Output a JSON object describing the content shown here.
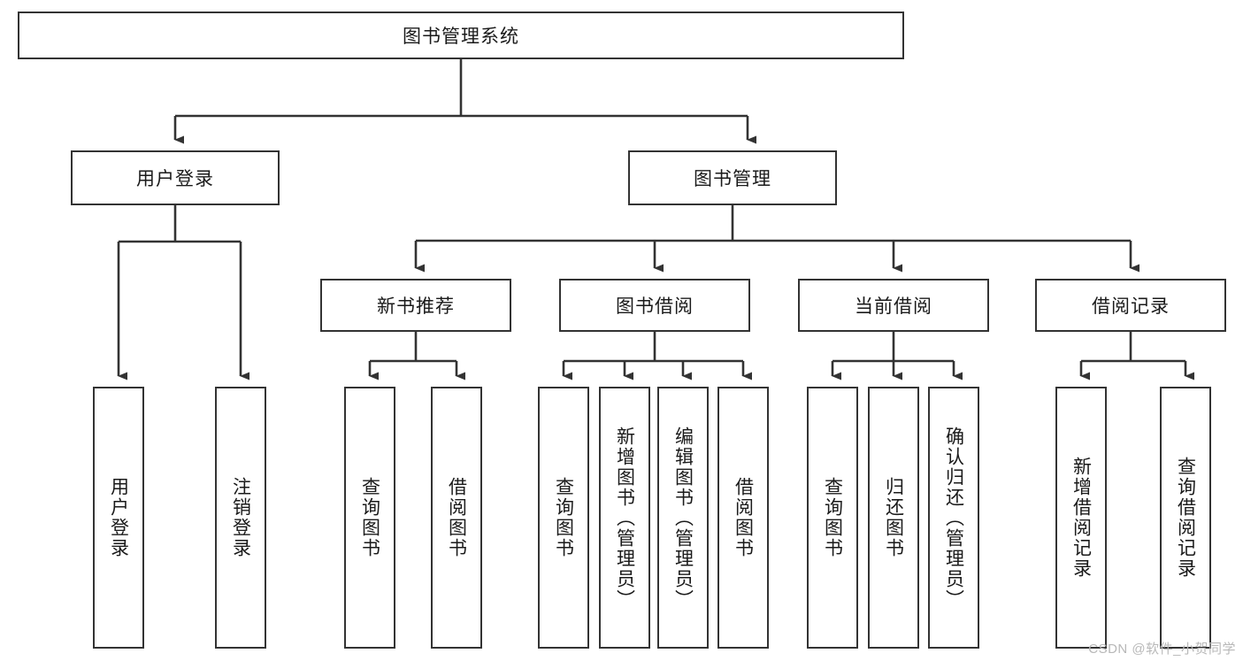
{
  "diagram": {
    "type": "tree-hierarchy-diagram",
    "title": "图书管理系统",
    "watermark": "CSDN @软件_小贺同学",
    "colors": {
      "box_border": "#333333",
      "box_fill": "#ffffff",
      "connector": "#333333",
      "text": "#1a1a1a",
      "watermark": "#b8b8b8",
      "background": "#ffffff"
    },
    "root": {
      "label": "图书管理系统",
      "orientation": "horizontal"
    },
    "level2": [
      {
        "label": "用户登录",
        "orientation": "horizontal"
      },
      {
        "label": "图书管理",
        "orientation": "horizontal"
      }
    ],
    "level3": [
      {
        "label": "新书推荐",
        "orientation": "horizontal"
      },
      {
        "label": "图书借阅",
        "orientation": "horizontal"
      },
      {
        "label": "当前借阅",
        "orientation": "horizontal"
      },
      {
        "label": "借阅记录",
        "orientation": "horizontal"
      }
    ],
    "leaves": {
      "user_login": [
        {
          "label": "用户登录",
          "orientation": "vertical"
        },
        {
          "label": "注销登录",
          "orientation": "vertical"
        }
      ],
      "new_book_recommend": [
        {
          "label": "查询图书",
          "orientation": "vertical"
        },
        {
          "label": "借阅图书",
          "orientation": "vertical"
        }
      ],
      "book_borrow": [
        {
          "label": "查询图书",
          "orientation": "vertical"
        },
        {
          "label": "新增图书（管理员）",
          "orientation": "vertical"
        },
        {
          "label": "编辑图书（管理员）",
          "orientation": "vertical"
        },
        {
          "label": "借阅图书",
          "orientation": "vertical"
        }
      ],
      "current_borrow": [
        {
          "label": "查询图书",
          "orientation": "vertical"
        },
        {
          "label": "归还图书",
          "orientation": "vertical"
        },
        {
          "label": "确认归还（管理员）",
          "orientation": "vertical"
        }
      ],
      "borrow_record": [
        {
          "label": "新增借阅记录",
          "orientation": "vertical"
        },
        {
          "label": "查询借阅记录",
          "orientation": "vertical"
        }
      ]
    }
  }
}
